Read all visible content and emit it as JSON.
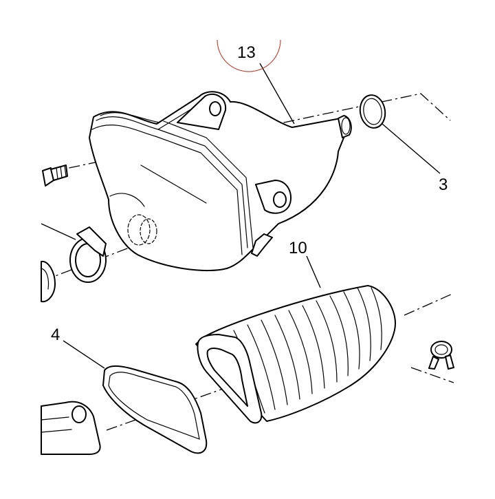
{
  "diagram": {
    "labels": {
      "air_box": "13",
      "o_ring": "3",
      "air_filter": "10",
      "gasket": "4"
    },
    "highlight_color": "#c0392b"
  }
}
